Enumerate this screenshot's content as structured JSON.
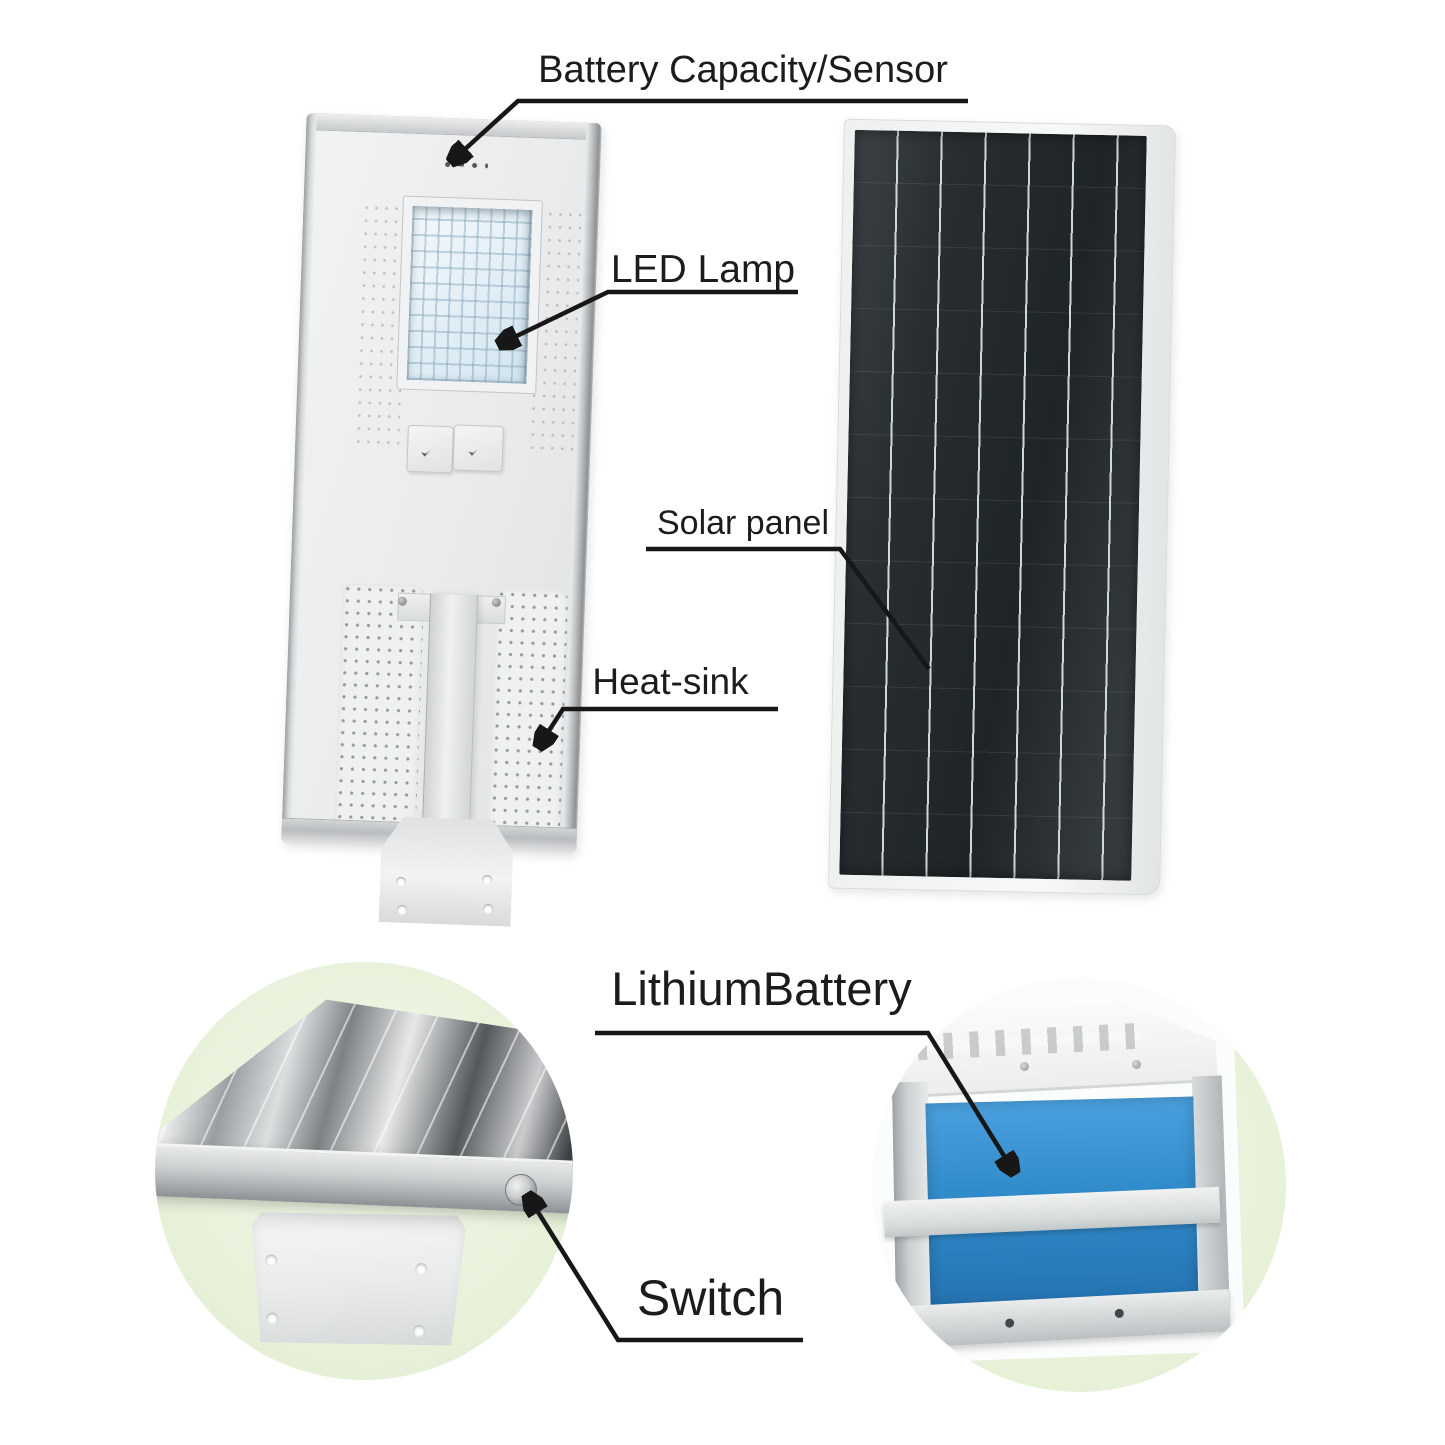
{
  "labels": {
    "battery_sensor": "Battery Capacity/Sensor",
    "led_lamp": "LED Lamp",
    "solar_panel": "Solar panel",
    "heat_sink": "Heat-sink",
    "lithium_battery": "LithiumBattery",
    "switch": "Switch"
  },
  "colors": {
    "text_black": "#1c1c1c",
    "line_black": "#171717",
    "circle_green": "#e9f2db",
    "battery_blue": "#318bca",
    "panel_dark": "#272d31",
    "body_gray": "#ebedee"
  }
}
